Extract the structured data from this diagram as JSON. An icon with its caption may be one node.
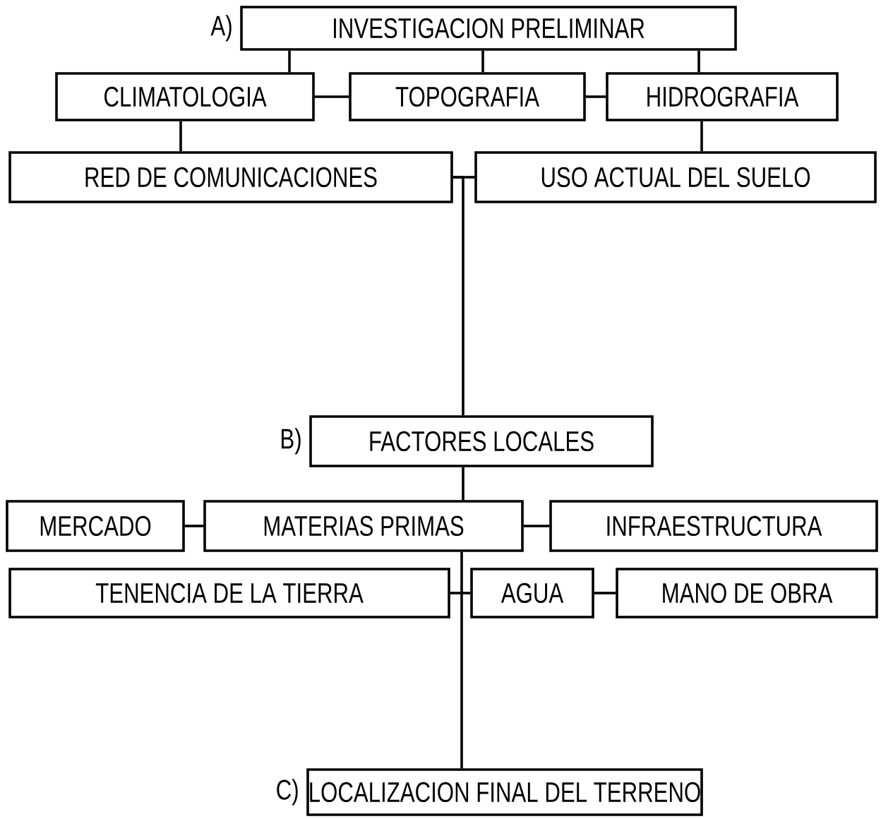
{
  "diagram": {
    "nodes": [
      {
        "text": [
          "INVESTIGACION PRELIMINAR"
        ],
        "beside": [
          "A)"
        ]
      },
      {
        "text": [
          "CLIMATOLOGIA"
        ]
      },
      {
        "text": [
          "TOPOGRAFIA"
        ]
      },
      {
        "text": [
          "HIDROGRAFIA"
        ]
      },
      {
        "text": [
          "RED DE COMUNICACIONES"
        ]
      },
      {
        "text": [
          "USO ACTUAL DEL SUELO"
        ]
      },
      {
        "text": [
          "FACTORES LOCALES"
        ],
        "beside": [
          "B)"
        ]
      },
      {
        "text": [
          "MERCADO"
        ]
      },
      {
        "text": [
          "MATERIAS PRIMAS"
        ]
      },
      {
        "text": [
          "INFRAESTRUCTURA"
        ]
      },
      {
        "text": [
          "TENENCIA DE LA TIERRA"
        ]
      },
      {
        "text": [
          "AGUA"
        ]
      },
      {
        "text": [
          "MANO DE OBRA"
        ]
      },
      {
        "text": [
          "LOCALIZACION FINAL DEL TERRENO"
        ],
        "beside": [
          "C)"
        ]
      }
    ],
    "edges": [
      {
        "from": 0,
        "to": 1,
        "arrow": "none"
      },
      {
        "from": 0,
        "to": 2,
        "arrow": "none"
      },
      {
        "from": 0,
        "to": 3,
        "arrow": "none"
      },
      {
        "from": 1,
        "to": 2,
        "arrow": "none"
      },
      {
        "from": 2,
        "to": 3,
        "arrow": "none"
      },
      {
        "from": 1,
        "to": 4,
        "arrow": "none"
      },
      {
        "from": 3,
        "to": 5,
        "arrow": "none"
      },
      {
        "from": 4,
        "to": 5,
        "arrow": "none"
      },
      {
        "from": 4,
        "to": 6,
        "arrow": "none"
      },
      {
        "from": 6,
        "to": 8,
        "arrow": "none"
      },
      {
        "from": 7,
        "to": 8,
        "arrow": "none"
      },
      {
        "from": 8,
        "to": 9,
        "arrow": "none"
      },
      {
        "from": 10,
        "to": 11,
        "arrow": "none"
      },
      {
        "from": 11,
        "to": 12,
        "arrow": "none"
      },
      {
        "from": 8,
        "to": 13,
        "arrow": "none"
      }
    ]
  }
}
